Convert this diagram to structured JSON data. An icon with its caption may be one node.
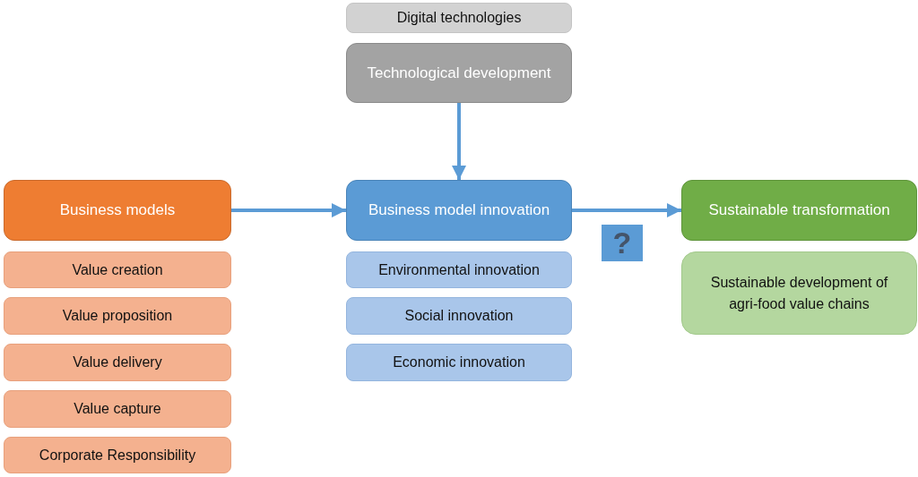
{
  "diagram": {
    "nodes": [
      {
        "text": [
          "Digital technologies"
        ]
      },
      {
        "text": [
          "Technological development"
        ]
      },
      {
        "text": [
          "Business models"
        ]
      },
      {
        "text": [
          "Value creation"
        ]
      },
      {
        "text": [
          "Value proposition"
        ]
      },
      {
        "text": [
          "Value delivery"
        ]
      },
      {
        "text": [
          "Value capture"
        ]
      },
      {
        "text": [
          "Corporate Responsibility"
        ]
      },
      {
        "text": [
          "Business model innovation"
        ]
      },
      {
        "text": [
          "Environmental innovation"
        ]
      },
      {
        "text": [
          "Social innovation"
        ]
      },
      {
        "text": [
          "Economic innovation"
        ]
      },
      {
        "text": [
          "Sustainable transformation"
        ]
      },
      {
        "text": [
          "Sustainable development of agri-food value chains"
        ]
      },
      {
        "text": [
          "?"
        ]
      }
    ],
    "edges": [
      {
        "from": 1,
        "to": 8,
        "arrow": "to"
      },
      {
        "from": 2,
        "to": 8,
        "arrow": "to"
      },
      {
        "from": 8,
        "to": 12,
        "arrow": "to"
      }
    ]
  }
}
